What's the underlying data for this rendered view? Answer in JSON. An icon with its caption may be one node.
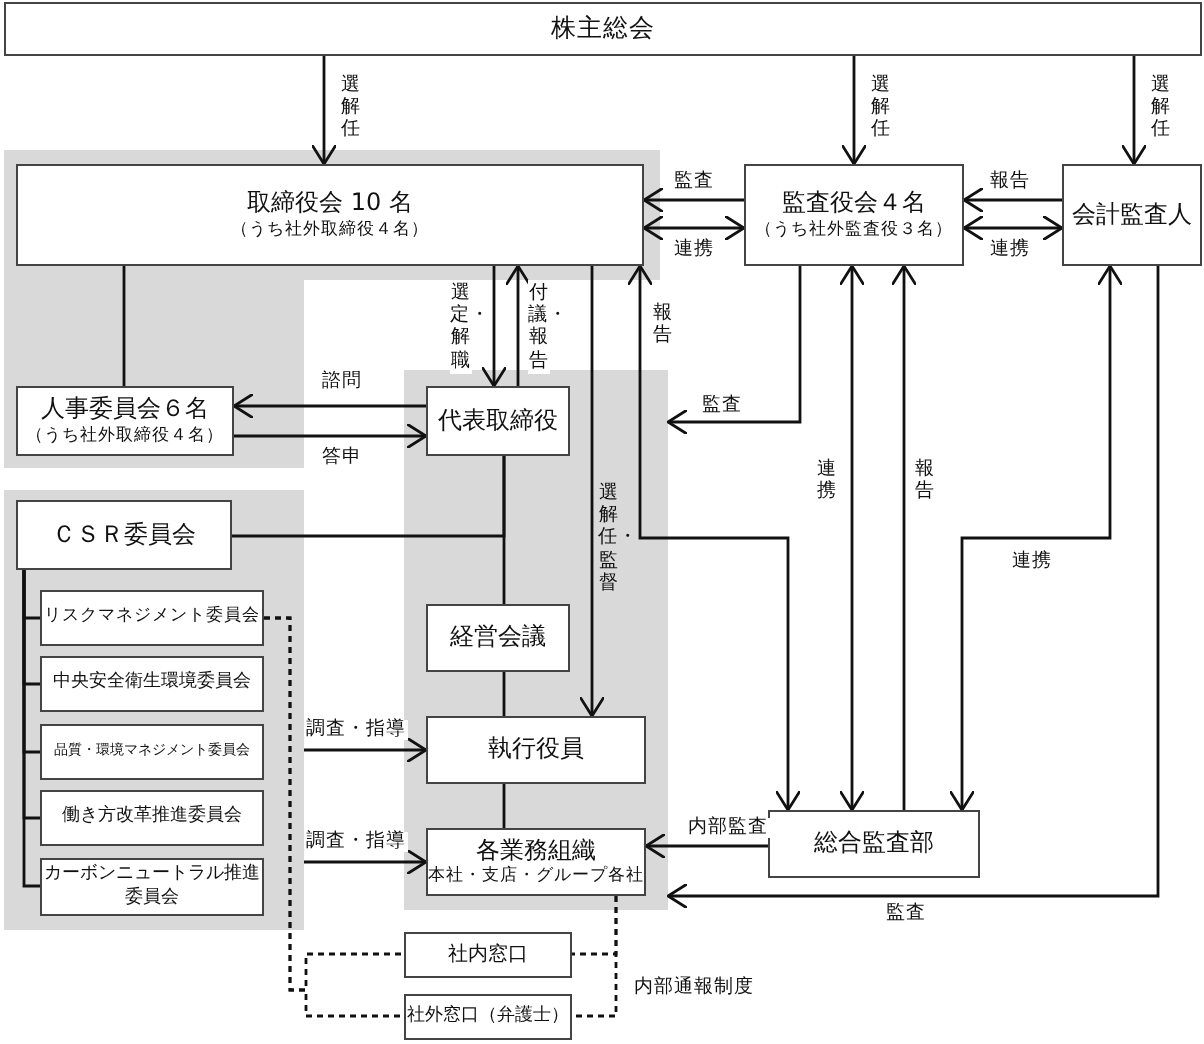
{
  "diagram": {
    "nodes": [
      {
        "text": [
          "株主総会"
        ]
      },
      {
        "text": [
          "取締役会 10 名",
          "（うち社外取締役４名）"
        ]
      },
      {
        "text": [
          "監査役会４名",
          "（うち社外監査役３名）"
        ]
      },
      {
        "text": [
          "会計監査人"
        ]
      },
      {
        "text": [
          "人事委員会６名",
          "（うち社外取締役４名）"
        ]
      },
      {
        "text": [],
        "shape": "box"
      },
      {
        "text": [
          "代表取締役"
        ],
        "in": 5
      },
      {
        "text": [],
        "shape": "box"
      },
      {
        "text": [
          "ＣＳＲ委員会"
        ],
        "in": 7
      },
      {
        "text": [
          "リスクマネジメント委員会"
        ],
        "in": 7
      },
      {
        "text": [
          "中央安全衛生環境委員会"
        ],
        "in": 7
      },
      {
        "text": [
          "品質・環境マネジメント委員会"
        ],
        "in": 7
      },
      {
        "text": [
          "働き方改革推進委員会"
        ],
        "in": 7
      },
      {
        "text": [
          "カーボンニュートラル推進委員会"
        ],
        "in": 7
      },
      {
        "text": [
          "経営会議"
        ],
        "in": 5
      },
      {
        "text": [
          "執行役員"
        ],
        "in": 5
      },
      {
        "text": [
          "各業務組織",
          "本社・支店・グループ各社"
        ],
        "in": 5
      },
      {
        "text": [
          "総合監査部"
        ]
      },
      {
        "text": [
          "社内窓口"
        ]
      },
      {
        "text": [
          "社外窓口（弁護士）"
        ]
      }
    ],
    "edges": [
      {
        "from": 0,
        "to": 1,
        "arrow": "to",
        "label": "選解任"
      },
      {
        "from": 0,
        "to": 2,
        "arrow": "to",
        "label": "選解任"
      },
      {
        "from": 0,
        "to": 3,
        "arrow": "to",
        "label": "選解任"
      },
      {
        "from": 2,
        "to": 1,
        "arrow": "to",
        "label": "監査"
      },
      {
        "from": 1,
        "to": 2,
        "arrow": "both",
        "label": "連携"
      },
      {
        "from": 3,
        "to": 2,
        "arrow": "to",
        "label": "報告"
      },
      {
        "from": 2,
        "to": 3,
        "arrow": "both",
        "label": "連携"
      },
      {
        "from": 1,
        "to": 4,
        "arrow": "none"
      },
      {
        "from": 1,
        "to": 6,
        "arrow": "to",
        "label": "選定・解職"
      },
      {
        "from": 6,
        "to": 1,
        "arrow": "to",
        "label": "付議・報告"
      },
      {
        "from": 1,
        "to": 15,
        "arrow": "to",
        "label": "選解任・監督"
      },
      {
        "from": 1,
        "to": 17,
        "arrow": "both",
        "label": "報告"
      },
      {
        "from": 2,
        "to": 5,
        "arrow": "to",
        "label": "監査"
      },
      {
        "from": 2,
        "to": 17,
        "arrow": "both",
        "label": "連携"
      },
      {
        "from": 17,
        "to": 2,
        "arrow": "to",
        "label": "報告"
      },
      {
        "from": 3,
        "to": 17,
        "arrow": "both",
        "label": "連携"
      },
      {
        "from": 3,
        "to": 5,
        "arrow": "to",
        "label": "監査"
      },
      {
        "from": 6,
        "to": 4,
        "arrow": "to",
        "label": "諮問"
      },
      {
        "from": 4,
        "to": 6,
        "arrow": "to",
        "label": "答申"
      },
      {
        "from": 8,
        "to": 6,
        "arrow": "none"
      },
      {
        "from": 6,
        "to": 14,
        "arrow": "none"
      },
      {
        "from": 14,
        "to": 15,
        "arrow": "none"
      },
      {
        "from": 15,
        "to": 16,
        "arrow": "none"
      },
      {
        "from": 8,
        "to": 9,
        "arrow": "none"
      },
      {
        "from": 8,
        "to": 10,
        "arrow": "none"
      },
      {
        "from": 8,
        "to": 11,
        "arrow": "none"
      },
      {
        "from": 8,
        "to": 12,
        "arrow": "none"
      },
      {
        "from": 8,
        "to": 13,
        "arrow": "none"
      },
      {
        "from": 7,
        "to": 15,
        "arrow": "to",
        "label": "調査・指導"
      },
      {
        "from": 7,
        "to": 16,
        "arrow": "to",
        "label": "調査・指導"
      },
      {
        "from": 17,
        "to": 16,
        "arrow": "to",
        "label": "内部監査"
      },
      {
        "from": 9,
        "to": 18,
        "arrow": "none",
        "style": "dashed"
      },
      {
        "from": 9,
        "to": 19,
        "arrow": "none",
        "style": "dashed"
      },
      {
        "from": 16,
        "to": 18,
        "arrow": "none",
        "style": "dashed"
      },
      {
        "from": 16,
        "to": 19,
        "arrow": "none",
        "style": "dashed"
      }
    ],
    "labels": [
      "内部通報制度"
    ]
  }
}
